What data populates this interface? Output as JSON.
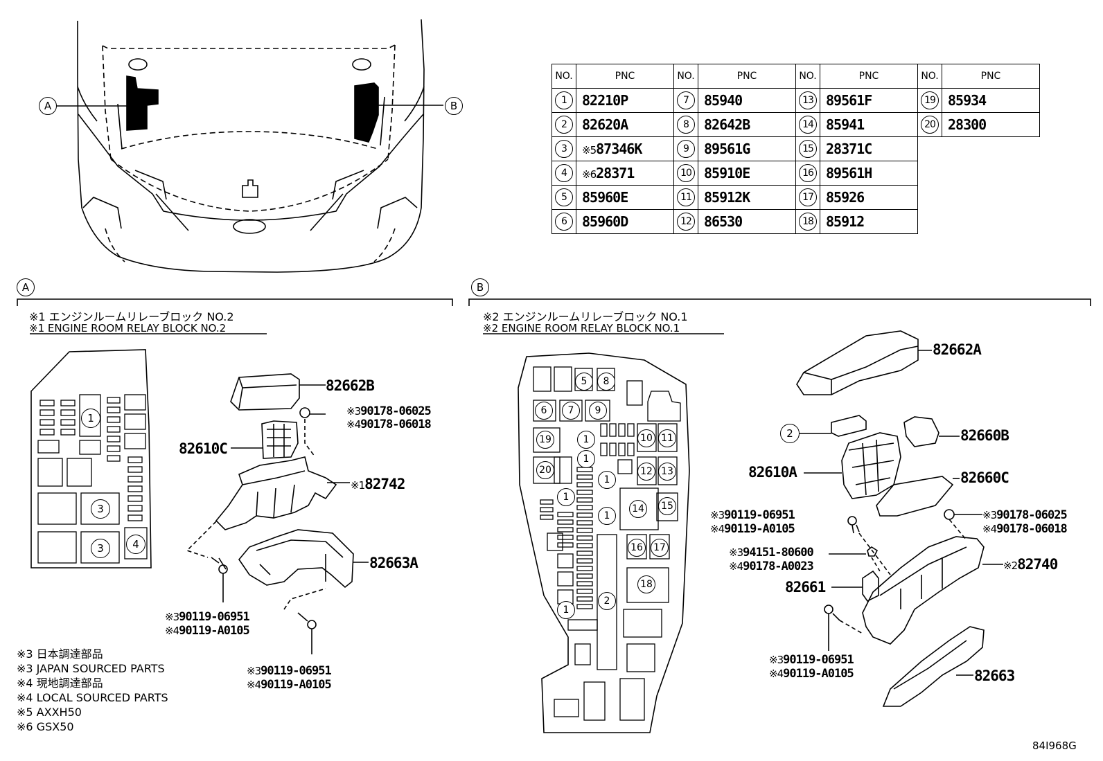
{
  "table": {
    "header_no": "NO.",
    "header_pnc": "PNC",
    "rows": [
      [
        {
          "no": "1",
          "pnc": "82210P"
        },
        {
          "no": "7",
          "pnc": "85940"
        },
        {
          "no": "13",
          "pnc": "89561F"
        },
        {
          "no": "19",
          "pnc": "85934"
        }
      ],
      [
        {
          "no": "2",
          "pnc": "82620A"
        },
        {
          "no": "8",
          "pnc": "82642B"
        },
        {
          "no": "14",
          "pnc": "85941"
        },
        {
          "no": "20",
          "pnc": "28300"
        }
      ],
      [
        {
          "no": "3",
          "pnc": "87346K",
          "sfx": "※5"
        },
        {
          "no": "9",
          "pnc": "89561G"
        },
        {
          "no": "15",
          "pnc": "28371C"
        },
        null
      ],
      [
        {
          "no": "4",
          "pnc": "28371",
          "sfx": "※6"
        },
        {
          "no": "10",
          "pnc": "85910E"
        },
        {
          "no": "16",
          "pnc": "89561H"
        },
        null
      ],
      [
        {
          "no": "5",
          "pnc": "85960E"
        },
        {
          "no": "11",
          "pnc": "85912K"
        },
        {
          "no": "17",
          "pnc": "85926"
        },
        null
      ],
      [
        {
          "no": "6",
          "pnc": "85960D"
        },
        {
          "no": "12",
          "pnc": "86530"
        },
        {
          "no": "18",
          "pnc": "85912"
        },
        null
      ]
    ]
  },
  "refs": {
    "a": "A",
    "b": "B"
  },
  "section_a": {
    "title_jp": "※1 エンジンルームリレーブロック NO.2",
    "title_en": "※1 ENGINE ROOM RELAY BLOCK NO.2",
    "parts": {
      "p82662B": "82662B",
      "p82610C": "82610C",
      "p82742": "82742",
      "p82742_sfx": "※1",
      "p82663A": "82663A",
      "nut_jp_sfx": "※3",
      "nut_jp": "90178-06025",
      "nut_loc_sfx": "※4",
      "nut_loc": "90178-06018",
      "bolt1_jp_sfx": "※3",
      "bolt1_jp": "90119-06951",
      "bolt1_loc_sfx": "※4",
      "bolt1_loc": "90119-A0105",
      "bolt2_jp_sfx": "※3",
      "bolt2_jp": "90119-06951",
      "bolt2_loc_sfx": "※4",
      "bolt2_loc": "90119-A0105"
    },
    "fuse_marks": [
      "1",
      "3",
      "3",
      "4"
    ]
  },
  "section_b": {
    "title_jp": "※2 エンジンルームリレーブロック NO.1",
    "title_en": "※2 ENGINE ROOM RELAY BLOCK NO.1",
    "parts": {
      "p82662A": "82662A",
      "p2": "2",
      "p82660B": "82660B",
      "p82610A": "82610A",
      "p82660C": "82660C",
      "bolt_jp_sfx": "※3",
      "bolt_jp": "90119-06951",
      "bolt_loc_sfx": "※4",
      "bolt_loc": "90119-A0105",
      "nut_jp_sfx": "※3",
      "nut_jp": "90178-06025",
      "nut_loc_sfx": "※4",
      "nut_loc": "90178-06018",
      "clip_jp_sfx": "※3",
      "clip_jp": "94151-80600",
      "clip_loc_sfx": "※4",
      "clip_loc": "90178-A0023",
      "p82740": "82740",
      "p82740_sfx": "※2",
      "p82661": "82661",
      "bolt2_jp_sfx": "※3",
      "bolt2_jp": "90119-06951",
      "bolt2_loc_sfx": "※4",
      "bolt2_loc": "90119-A0105",
      "p82663": "82663"
    },
    "fuse_marks": [
      "5",
      "8",
      "6",
      "7",
      "9",
      "19",
      "1",
      "10",
      "11",
      "1",
      "20",
      "12",
      "13",
      "1",
      "1",
      "14",
      "15",
      "1",
      "16",
      "17",
      "18",
      "1",
      "2"
    ]
  },
  "notes": [
    "※3 日本調達部品",
    "※3 JAPAN SOURCED PARTS",
    "※4 現地調達部品",
    "※4 LOCAL SOURCED PARTS",
    "※5 AXXH50",
    "※6 GSX50"
  ],
  "figure_code": "84I968G"
}
